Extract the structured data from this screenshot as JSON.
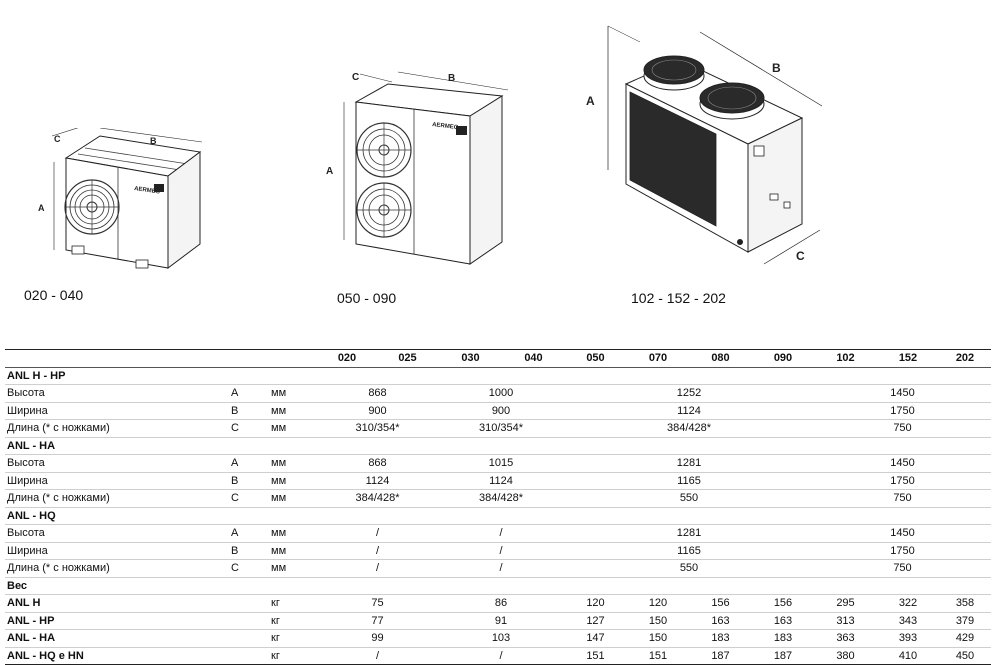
{
  "figures": [
    {
      "caption": "020 - 040",
      "dims": {
        "a": "A",
        "b": "B",
        "c": "C"
      },
      "brand": "AERMEC"
    },
    {
      "caption": "050 - 090",
      "dims": {
        "a": "A",
        "b": "B",
        "c": "C"
      },
      "brand": "AERMEC"
    },
    {
      "caption": "102 - 152 - 202",
      "dims": {
        "a": "A",
        "b": "B",
        "c": "C"
      }
    }
  ],
  "table": {
    "columns": [
      "020",
      "025",
      "030",
      "040",
      "050",
      "070",
      "080",
      "090",
      "102",
      "152",
      "202"
    ],
    "sections": [
      {
        "title": "ANL H - HP",
        "rows": [
          {
            "label": "Высота",
            "sym": "A",
            "unit": "мм",
            "g1": "868",
            "g2": "1000",
            "g3": "1252",
            "g4": "1450"
          },
          {
            "label": "Ширина",
            "sym": "B",
            "unit": "мм",
            "g1": "900",
            "g2": "900",
            "g3": "1124",
            "g4": "1750"
          },
          {
            "label": "Длина (* с ножками)",
            "sym": "C",
            "unit": "мм",
            "g1": "310/354*",
            "g2": "310/354*",
            "g3": "384/428*",
            "g4": "750"
          }
        ]
      },
      {
        "title": "ANL - HA",
        "rows": [
          {
            "label": "Высота",
            "sym": "A",
            "unit": "мм",
            "g1": "868",
            "g2": "1015",
            "g3": "1281",
            "g4": "1450"
          },
          {
            "label": "Ширина",
            "sym": "B",
            "unit": "мм",
            "g1": "1124",
            "g2": "1124",
            "g3": "1165",
            "g4": "1750"
          },
          {
            "label": "Длина (* с ножками)",
            "sym": "C",
            "unit": "мм",
            "g1": "384/428*",
            "g2": "384/428*",
            "g3": "550",
            "g4": "750"
          }
        ]
      },
      {
        "title": "ANL - HQ",
        "rows": [
          {
            "label": "Высота",
            "sym": "A",
            "unit": "мм",
            "g1": "/",
            "g2": "/",
            "g3": "1281",
            "g4": "1450"
          },
          {
            "label": "Ширина",
            "sym": "B",
            "unit": "мм",
            "g1": "/",
            "g2": "/",
            "g3": "1165",
            "g4": "1750"
          },
          {
            "label": "Длина (* с ножками)",
            "sym": "C",
            "unit": "мм",
            "g1": "/",
            "g2": "/",
            "g3": "550",
            "g4": "750"
          }
        ]
      }
    ],
    "weight": {
      "title": "Вес",
      "rows": [
        {
          "label": "ANL H",
          "unit": "кг",
          "w1": "75",
          "w2": "86",
          "w050": "120",
          "w070": "120",
          "w080": "156",
          "w090": "156",
          "w102": "295",
          "w152": "322",
          "w202": "358"
        },
        {
          "label": "ANL - HP",
          "unit": "кг",
          "w1": "77",
          "w2": "91",
          "w050": "127",
          "w070": "150",
          "w080": "163",
          "w090": "163",
          "w102": "313",
          "w152": "343",
          "w202": "379"
        },
        {
          "label": "ANL - HA",
          "unit": "кг",
          "w1": "99",
          "w2": "103",
          "w050": "147",
          "w070": "150",
          "w080": "183",
          "w090": "183",
          "w102": "363",
          "w152": "393",
          "w202": "429"
        },
        {
          "label": "ANL - HQ e HN",
          "unit": "кг",
          "w1": "/",
          "w2": "/",
          "w050": "151",
          "w070": "151",
          "w080": "187",
          "w090": "187",
          "w102": "380",
          "w152": "410",
          "w202": "450"
        }
      ]
    }
  }
}
